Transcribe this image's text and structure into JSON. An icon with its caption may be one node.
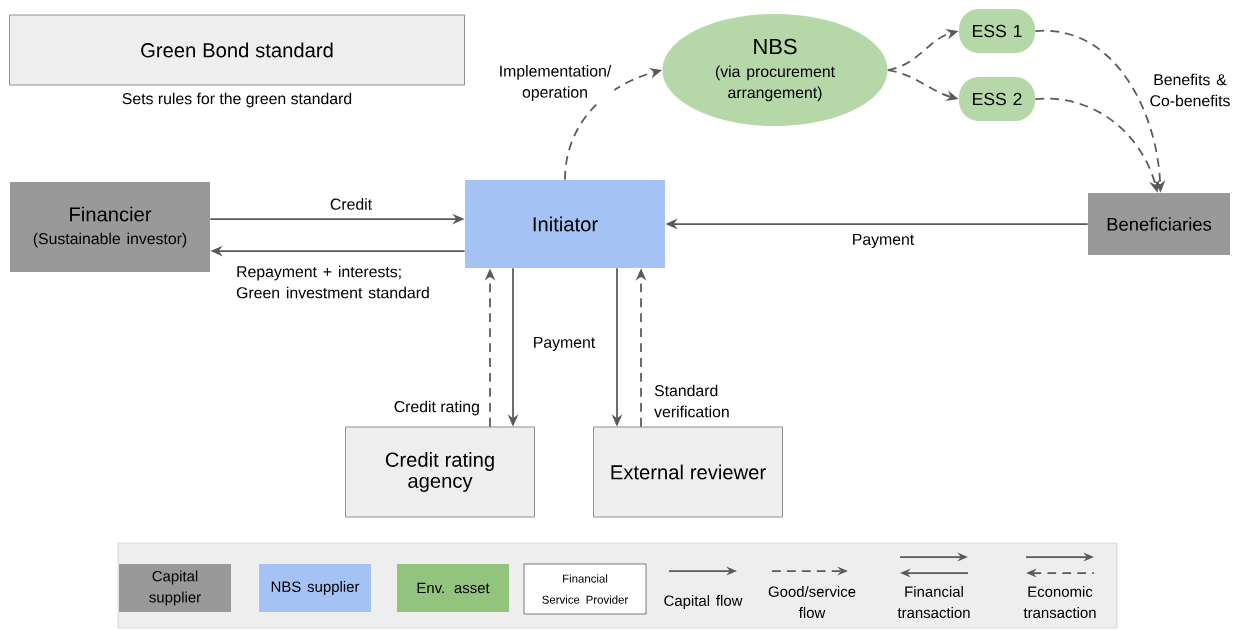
{
  "diagram": {
    "nodes": [
      {
        "text": [
          "Green Bond standard"
        ],
        "beside": [
          "Sets rules for the green standard"
        ]
      },
      {
        "text": [
          "NBS",
          "(via procurement arrangement)"
        ]
      },
      {
        "text": [
          "ESS 1"
        ]
      },
      {
        "text": [
          "ESS 2"
        ]
      },
      {
        "text": [
          "Financier",
          "(Sustainable investor)"
        ]
      },
      {
        "text": [
          "Initiator"
        ]
      },
      {
        "text": [
          "Beneficiaries"
        ]
      },
      {
        "text": [
          "Credit rating agency"
        ]
      },
      {
        "text": [
          "External reviewer"
        ]
      }
    ],
    "edges": [
      {
        "from": 5,
        "to": 1,
        "arrow": "to",
        "style": "dashed",
        "label": "Implementation/ operation"
      },
      {
        "from": 1,
        "to": 2,
        "arrow": "to",
        "style": "dashed"
      },
      {
        "from": 1,
        "to": 3,
        "arrow": "to",
        "style": "dashed"
      },
      {
        "from": 2,
        "to": 6,
        "arrow": "to",
        "style": "dashed",
        "label": "Benefits & Co-benefits"
      },
      {
        "from": 3,
        "to": 6,
        "arrow": "to",
        "style": "dashed"
      },
      {
        "from": 4,
        "to": 5,
        "arrow": "to",
        "label": "Credit"
      },
      {
        "from": 5,
        "to": 4,
        "arrow": "to",
        "label": "Repayment + interests; Green investment standard"
      },
      {
        "from": 6,
        "to": 5,
        "arrow": "to",
        "label": "Payment"
      },
      {
        "from": 7,
        "to": 5,
        "arrow": "to",
        "style": "dashed",
        "label": "Credit rating"
      },
      {
        "from": 5,
        "to": 7,
        "arrow": "to",
        "label": "Payment"
      },
      {
        "from": 5,
        "to": 8,
        "arrow": "to"
      },
      {
        "from": 8,
        "to": 5,
        "arrow": "to",
        "style": "dashed",
        "label": "Standard verification"
      }
    ],
    "legend": [
      {
        "text": "Capital supplier",
        "color": "#999999"
      },
      {
        "text": "NBS supplier",
        "color": "#a4c2f4"
      },
      {
        "text": "Env. asset",
        "color": "#93c47d"
      },
      {
        "text": "Financial Service Provider"
      },
      {
        "text": "Capital flow"
      },
      {
        "text": "Good/service flow"
      },
      {
        "text": "Financial transaction"
      },
      {
        "text": "Economic transaction"
      }
    ]
  }
}
